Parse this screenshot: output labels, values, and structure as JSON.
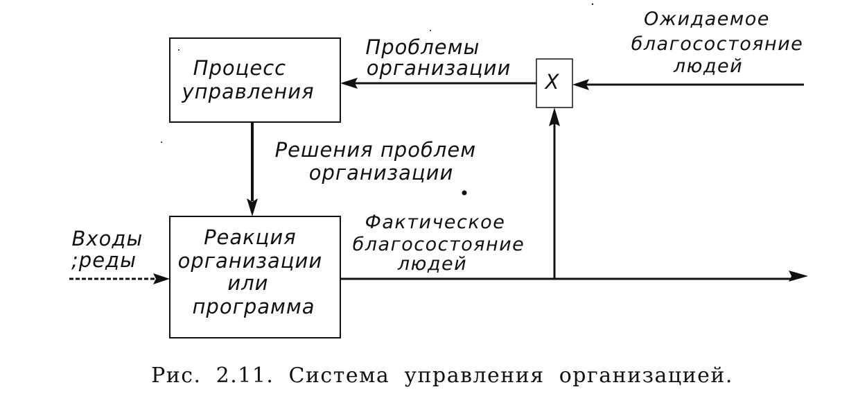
{
  "blocks": {
    "management_process": [
      "Процесс",
      "управления"
    ],
    "organization_response": [
      "Реакция",
      "организации",
      "или",
      "программа"
    ],
    "comparator": "X"
  },
  "labels": {
    "org_problems": [
      "Проблемы",
      "организации"
    ],
    "expected_wellbeing": [
      "Ожидаемое",
      "благосостояние",
      "людей"
    ],
    "problem_solutions": [
      "Решения проблем",
      "организации"
    ],
    "actual_wellbeing": [
      "Фактическое",
      "благосостояние",
      "людей"
    ],
    "environment_inputs": [
      "Входы",
      ";реды"
    ]
  },
  "caption": "Рис. 2.11. Система управления организацией."
}
